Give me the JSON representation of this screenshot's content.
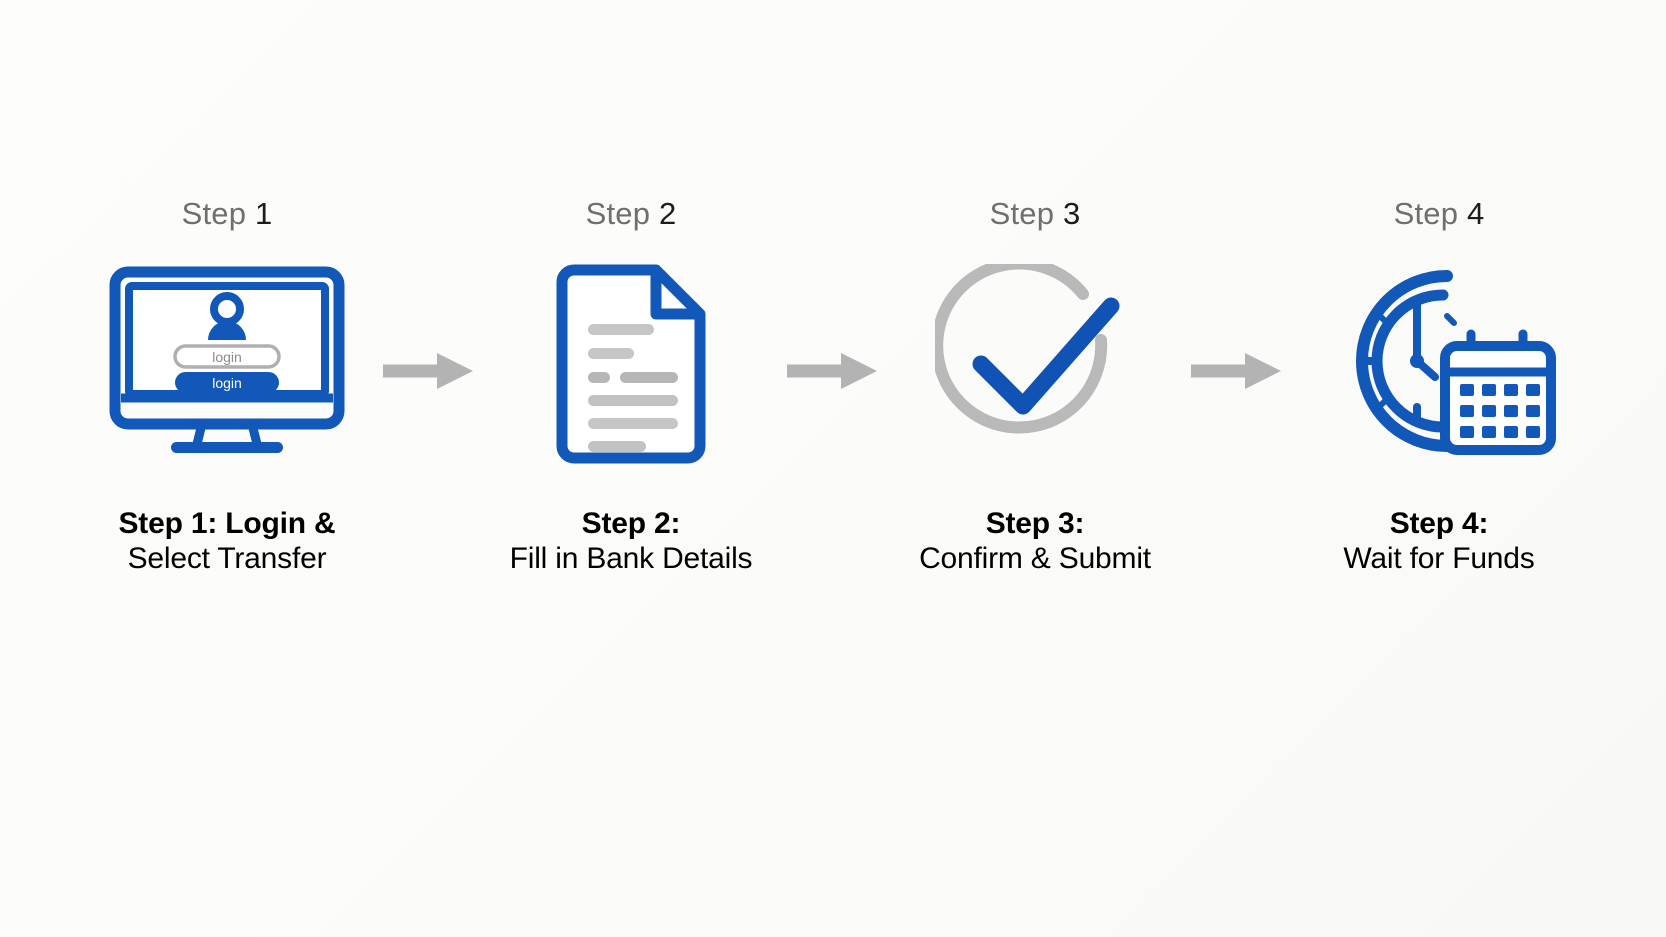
{
  "palette": {
    "brand_blue": "#1158b8",
    "brand_blue_dark": "#0b48a0",
    "gray_line": "#bdbdbd",
    "gray_arrow": "#b3b3b3",
    "eyebrow_gray": "#6f6f6f",
    "caption_black": "#000000",
    "background": "#fcfcfa"
  },
  "diagram": {
    "type": "process-flow",
    "orientation": "horizontal",
    "step_count": 4,
    "connector": "arrow-right"
  },
  "steps": [
    {
      "eyebrow_label": "Step",
      "eyebrow_number": "1",
      "icon": "monitor-login-icon",
      "caption_line1": "Step 1: Login &",
      "caption_line2": "Select Transfer",
      "screen": {
        "avatar": "user-avatar-icon",
        "input_value": "login",
        "button_label": "login"
      }
    },
    {
      "eyebrow_label": "Step",
      "eyebrow_number": "2",
      "icon": "document-form-icon",
      "caption_line1": "Step 2:",
      "caption_line2": "Fill in Bank Details",
      "document": {
        "folded_corner": true,
        "text_lines": 6
      }
    },
    {
      "eyebrow_label": "Step",
      "eyebrow_number": "3",
      "icon": "check-circle-icon",
      "caption_line1": "Step 3:",
      "caption_line2": "Confirm & Submit"
    },
    {
      "eyebrow_label": "Step",
      "eyebrow_number": "4",
      "icon": "clock-calendar-icon",
      "caption_line1": "Step 4:",
      "caption_line2": "Wait for Funds"
    }
  ],
  "arrows": [
    {
      "name": "arrow-step1-to-step2"
    },
    {
      "name": "arrow-step2-to-step3"
    },
    {
      "name": "arrow-step3-to-step4"
    }
  ]
}
